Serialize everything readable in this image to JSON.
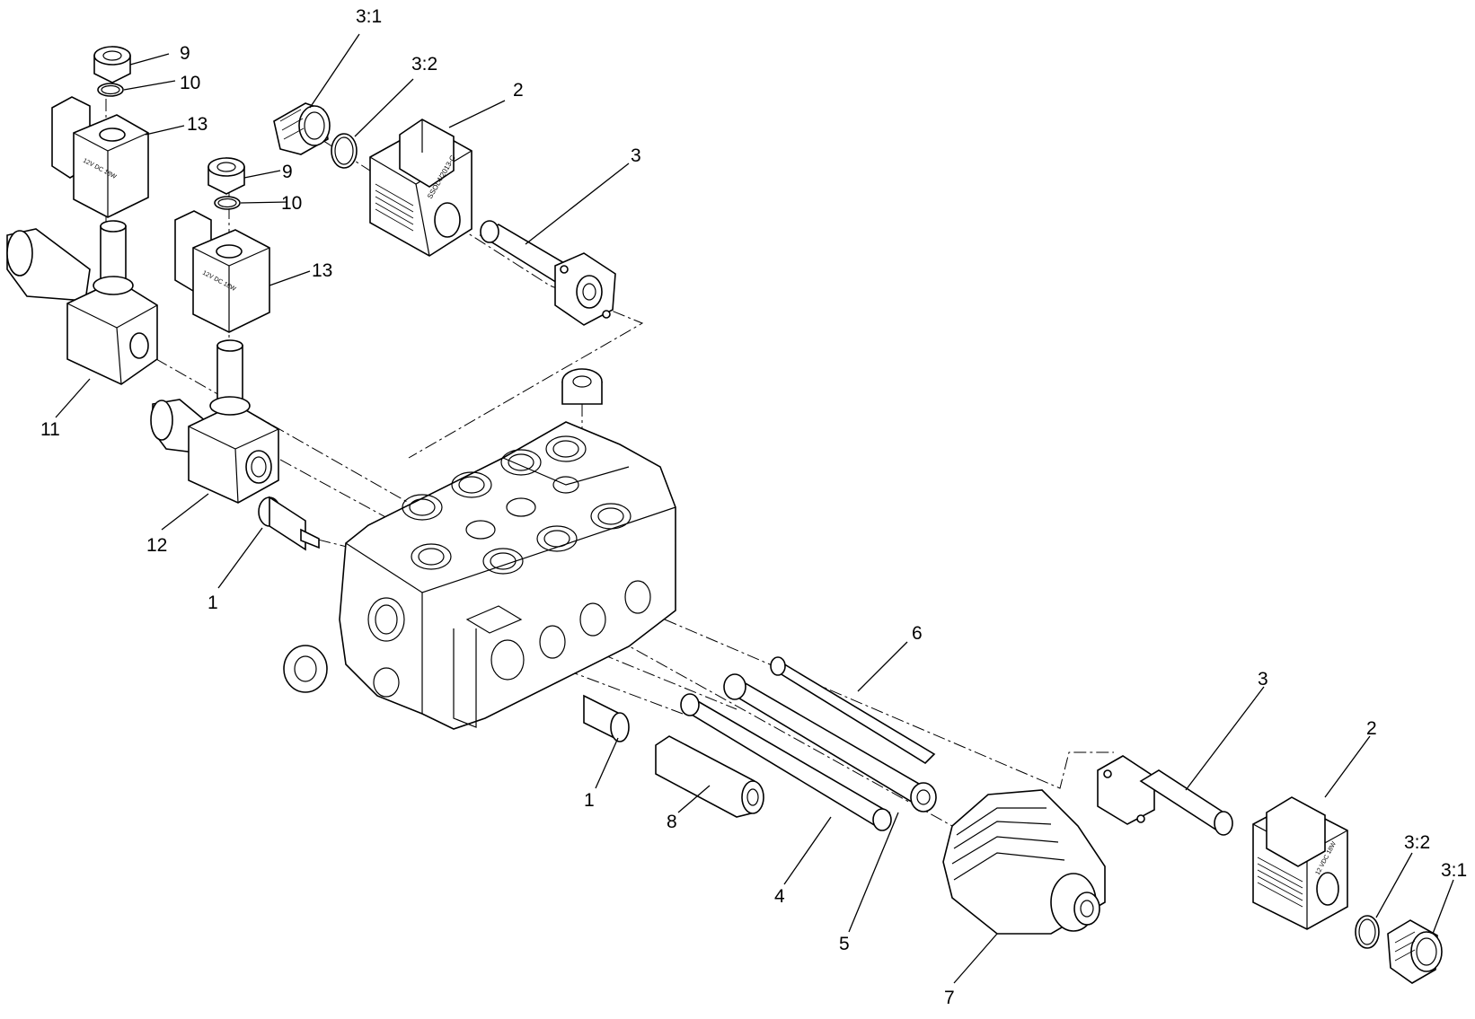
{
  "callouts": [
    {
      "id": "c-3-1-top",
      "text": "3:1"
    },
    {
      "id": "c-3-2-top",
      "text": "3:2"
    },
    {
      "id": "c-2-top",
      "text": "2"
    },
    {
      "id": "c-3-top",
      "text": "3"
    },
    {
      "id": "c-9-a",
      "text": "9"
    },
    {
      "id": "c-10-a",
      "text": "10"
    },
    {
      "id": "c-13-a",
      "text": "13"
    },
    {
      "id": "c-9-b",
      "text": "9"
    },
    {
      "id": "c-10-b",
      "text": "10"
    },
    {
      "id": "c-13-b",
      "text": "13"
    },
    {
      "id": "c-11",
      "text": "11"
    },
    {
      "id": "c-12",
      "text": "12"
    },
    {
      "id": "c-1-left",
      "text": "1"
    },
    {
      "id": "c-6",
      "text": "6"
    },
    {
      "id": "c-1-mid",
      "text": "1"
    },
    {
      "id": "c-8",
      "text": "8"
    },
    {
      "id": "c-4",
      "text": "4"
    },
    {
      "id": "c-5",
      "text": "5"
    },
    {
      "id": "c-7",
      "text": "7"
    },
    {
      "id": "c-3-right",
      "text": "3"
    },
    {
      "id": "c-2-right",
      "text": "2"
    },
    {
      "id": "c-3-2-right",
      "text": "3:2"
    },
    {
      "id": "c-3-1-right",
      "text": "3:1"
    }
  ],
  "coil_labels": {
    "coil_a": "12V DC 18W",
    "coil_b": "12V DC 18W",
    "coil_top": "SSOL4/2013-C",
    "coil_right": "12 VDC 18W"
  }
}
